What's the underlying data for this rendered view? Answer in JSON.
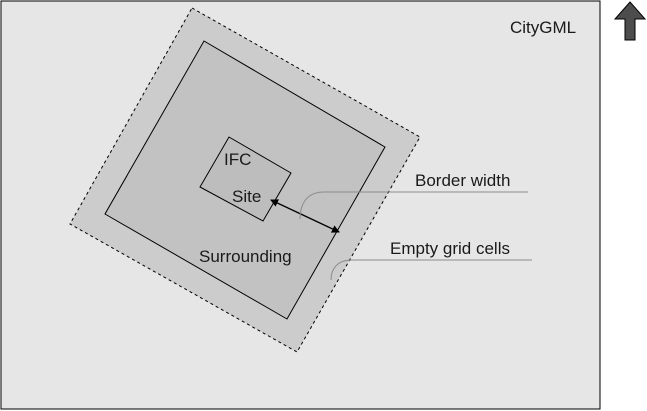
{
  "diagram": {
    "labels": {
      "citygml": "CityGML",
      "ifc": "IFC",
      "site": "Site",
      "surrounding": "Surrounding",
      "border_width": "Border width",
      "empty_grid_cells": "Empty grid cells"
    },
    "icons": {
      "north": "arrow-up-icon"
    },
    "colors": {
      "citygml_fill": "#e6e6e6",
      "grid_fill": "#cccccc",
      "surrounding_fill": "#c2c2c2",
      "site_fill": "#bdbdbd",
      "stroke": "#000000",
      "leader": "#8c8c8c",
      "north_arrow": "#4d4d4d"
    }
  }
}
